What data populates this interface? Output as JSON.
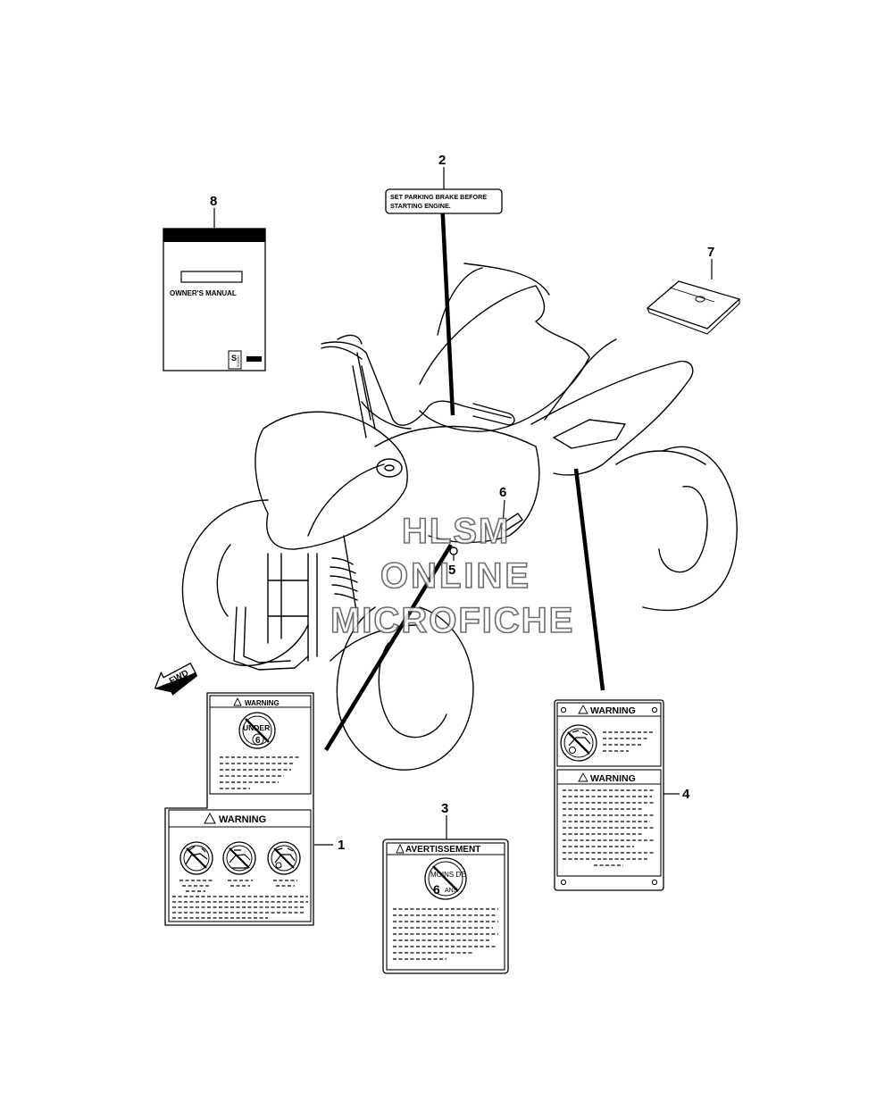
{
  "callouts": {
    "c1": "1",
    "c2": "2",
    "c3": "3",
    "c4": "4",
    "c5": "5",
    "c6": "6",
    "c7": "7",
    "c8": "8"
  },
  "label_parking": {
    "line1": "SET PARKING BRAKE BEFORE",
    "line2": "STARTING ENGINE."
  },
  "manual": {
    "title": "OWNER'S MANUAL",
    "brand": "SUZUKI"
  },
  "label1": {
    "top_heading": "WARNING",
    "top_badge_word": "UNDER",
    "top_badge_num": "6",
    "main_heading": "WARNING"
  },
  "label3": {
    "heading": "AVERTISSEMENT",
    "badge_line1": "MOINS DE",
    "badge_num": "6",
    "badge_unit": "ANS"
  },
  "label4": {
    "heading_top": "WARNING",
    "heading_bottom": "WARNING"
  },
  "fwd": "FWD",
  "watermark": {
    "line1": "HLSM",
    "line2": "ONLINE",
    "line3": "MICROFICHE"
  }
}
